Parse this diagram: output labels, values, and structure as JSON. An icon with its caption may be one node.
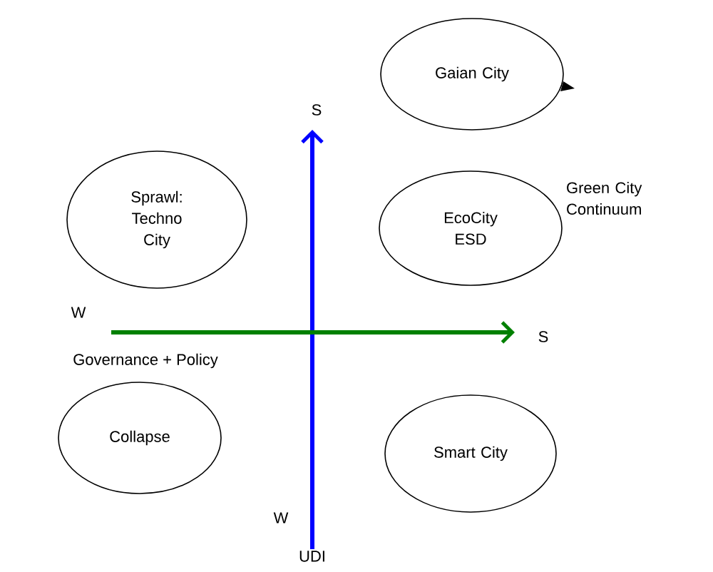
{
  "diagram": {
    "nodes": [
      {
        "text": [
          "Gaian City"
        ]
      },
      {
        "text": [
          "Sprawl: Techno City"
        ]
      },
      {
        "text": [
          "EcoCity ESD"
        ]
      },
      {
        "text": [
          "Collapse"
        ]
      },
      {
        "text": [
          "Smart City"
        ]
      }
    ],
    "labels": [
      "S",
      "Green City Continuum",
      "W",
      "S",
      "Governance + Policy",
      "W",
      "UDI"
    ]
  }
}
